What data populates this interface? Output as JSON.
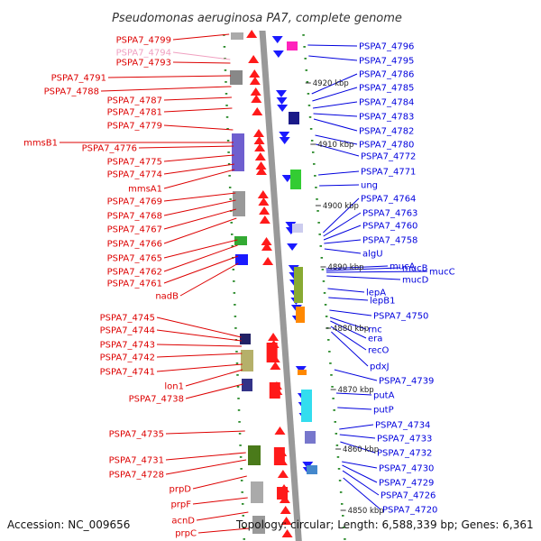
{
  "title": "Pseudomonas aeruginosa PA7, complete genome",
  "accession": "Accession: NC_009656",
  "topology": "Topology: circular; Length: 6,588,339 bp; Genes: 6,361",
  "colors": {
    "left": "#dd0000",
    "left_faded": "#f0a0c0",
    "right": "#0000dd",
    "backbone": "#999999",
    "tick": "#2a8a2a"
  },
  "ticks": [
    {
      "label": "4920 kbp"
    },
    {
      "label": "4910 kbp"
    },
    {
      "label": "4900 kbp"
    },
    {
      "label": "4890 kbp"
    },
    {
      "label": "4880 kbp"
    },
    {
      "label": "4870 kbp"
    },
    {
      "label": "4860 kbp"
    },
    {
      "label": "4850 kbp"
    }
  ],
  "left_labels": [
    {
      "text": "PSPA7_4799"
    },
    {
      "text": "PSPA7_4794",
      "faded": true
    },
    {
      "text": "PSPA7_4793"
    },
    {
      "text": "PSPA7_4791"
    },
    {
      "text": "PSPA7_4788"
    },
    {
      "text": "PSPA7_4787"
    },
    {
      "text": "PSPA7_4781"
    },
    {
      "text": "PSPA7_4779"
    },
    {
      "text": "mmsB1"
    },
    {
      "text": "PSPA7_4776"
    },
    {
      "text": "PSPA7_4775"
    },
    {
      "text": "PSPA7_4774"
    },
    {
      "text": "mmsA1"
    },
    {
      "text": "PSPA7_4769"
    },
    {
      "text": "PSPA7_4768"
    },
    {
      "text": "PSPA7_4767"
    },
    {
      "text": "PSPA7_4766"
    },
    {
      "text": "PSPA7_4765"
    },
    {
      "text": "PSPA7_4762"
    },
    {
      "text": "PSPA7_4761"
    },
    {
      "text": "nadB"
    },
    {
      "text": "PSPA7_4745"
    },
    {
      "text": "PSPA7_4744"
    },
    {
      "text": "PSPA7_4743"
    },
    {
      "text": "PSPA7_4742"
    },
    {
      "text": "PSPA7_4741"
    },
    {
      "text": "lon1"
    },
    {
      "text": "PSPA7_4738"
    },
    {
      "text": "PSPA7_4735"
    },
    {
      "text": "PSPA7_4731"
    },
    {
      "text": "PSPA7_4728"
    },
    {
      "text": "prpD"
    },
    {
      "text": "prpF"
    },
    {
      "text": "acnD"
    },
    {
      "text": "prpC"
    }
  ],
  "right_labels": [
    {
      "text": "PSPA7_4796"
    },
    {
      "text": "PSPA7_4795"
    },
    {
      "text": "PSPA7_4786"
    },
    {
      "text": "PSPA7_4785"
    },
    {
      "text": "PSPA7_4784"
    },
    {
      "text": "PSPA7_4783"
    },
    {
      "text": "PSPA7_4782"
    },
    {
      "text": "PSPA7_4780"
    },
    {
      "text": "PSPA7_4772"
    },
    {
      "text": "PSPA7_4771"
    },
    {
      "text": "ung"
    },
    {
      "text": "PSPA7_4764"
    },
    {
      "text": "PSPA7_4763"
    },
    {
      "text": "PSPA7_4760"
    },
    {
      "text": "PSPA7_4758"
    },
    {
      "text": "algU"
    },
    {
      "text": "mucA"
    },
    {
      "text": "mucB"
    },
    {
      "text": "mucC"
    },
    {
      "text": "mucD"
    },
    {
      "text": "lepA"
    },
    {
      "text": "lepB1"
    },
    {
      "text": "PSPA7_4750"
    },
    {
      "text": "rnc"
    },
    {
      "text": "era"
    },
    {
      "text": "recO"
    },
    {
      "text": "pdxJ"
    },
    {
      "text": "PSPA7_4739"
    },
    {
      "text": "putA"
    },
    {
      "text": "putP"
    },
    {
      "text": "PSPA7_4734"
    },
    {
      "text": "PSPA7_4733"
    },
    {
      "text": "PSPA7_4732"
    },
    {
      "text": "PSPA7_4730"
    },
    {
      "text": "PSPA7_4729"
    },
    {
      "text": "PSPA7_4726"
    },
    {
      "text": "PSPA7_4720"
    }
  ]
}
